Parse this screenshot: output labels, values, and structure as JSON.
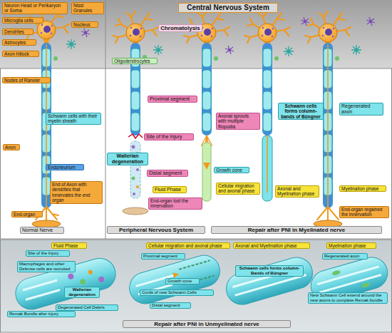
{
  "diagram": {
    "nodes": [
      {
        "text": [
          "Central Nervous System"
        ]
      },
      {
        "text": [
          "Neuron Head or Perikaryon or Soma"
        ]
      },
      {
        "text": [
          "Nissl Granules"
        ]
      },
      {
        "text": [
          "Microglia cells"
        ]
      },
      {
        "text": [
          "Nucleus"
        ]
      },
      {
        "text": [
          "Dendrites"
        ]
      },
      {
        "text": [
          "Astrocytes"
        ]
      },
      {
        "text": [
          "Chromatolysis"
        ]
      },
      {
        "text": [
          "Axon hillock"
        ]
      },
      {
        "text": [
          "Oligodendrocytes"
        ]
      },
      {
        "text": [
          "Nodes of Ranvier"
        ]
      },
      {
        "text": [
          "Schwann cells with their myelin sheath"
        ]
      },
      {
        "text": [
          "Axon"
        ]
      },
      {
        "text": [
          "Endoneurium"
        ]
      },
      {
        "text": [
          "End of Axon with dendrites that innervates the end organ"
        ]
      },
      {
        "text": [
          "End-organ"
        ]
      },
      {
        "text": [
          "Normal Nerve"
        ]
      },
      {
        "text": [
          "Proximal segment"
        ]
      },
      {
        "text": [
          "Site of the Injury"
        ]
      },
      {
        "text": [
          "Wallerian degeneration"
        ]
      },
      {
        "text": [
          "Distal segment"
        ]
      },
      {
        "text": [
          "Fluid Phase"
        ]
      },
      {
        "text": [
          "End-organ lost the innervation"
        ]
      },
      {
        "text": [
          "Axonal sprouts with multiple filopodia"
        ]
      },
      {
        "text": [
          "Growth cone"
        ]
      },
      {
        "text": [
          "Cellular migration and axonal phase"
        ]
      },
      {
        "text": [
          "Schwann cells forms column- bands of Büngner"
        ]
      },
      {
        "text": [
          "Axonal and Myelination phase"
        ]
      },
      {
        "text": [
          "Regenerated axon"
        ]
      },
      {
        "text": [
          "Myelination phase"
        ]
      },
      {
        "text": [
          "End-organ regained the innervation"
        ]
      },
      {
        "text": [
          "Peripheral Nervous System"
        ]
      },
      {
        "text": [
          "Repair after PNI in Myelinated nerve"
        ]
      },
      {
        "text": [
          "Fluid Phase"
        ]
      },
      {
        "text": [
          "Site of the Injury"
        ]
      },
      {
        "text": [
          "Cellular migration and axonal phase"
        ]
      },
      {
        "text": [
          "Proximal segment"
        ]
      },
      {
        "text": [
          "Axonal and Myelination phase"
        ]
      },
      {
        "text": [
          "Myelination phase"
        ]
      },
      {
        "text": [
          "Regenerated axon"
        ]
      },
      {
        "text": [
          "Macrophages and other Defense cells are recruited"
        ]
      },
      {
        "text": [
          "Schwann cells forms column- Bands of Büngner"
        ]
      },
      {
        "text": [
          "Growth cone"
        ]
      },
      {
        "text": [
          "Wallerian degeneration"
        ]
      },
      {
        "text": [
          "Cords of new Schwann Cells"
        ]
      },
      {
        "text": [
          "New Schwann Cell extend around the new axons to complete Remak bundle"
        ]
      },
      {
        "text": [
          "Degenerated Cell Debris"
        ]
      },
      {
        "text": [
          "Distal segment"
        ]
      },
      {
        "text": [
          "Remak Bundle after injury"
        ]
      },
      {
        "text": [
          "Repair after PNI in Unmyelinated nerve"
        ]
      }
    ]
  }
}
